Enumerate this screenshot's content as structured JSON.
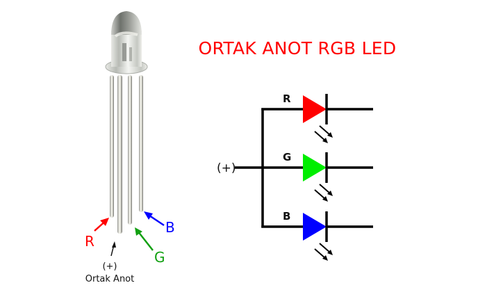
{
  "title": "ORTAK ANOT RGB LED",
  "colors": {
    "title": "#ff0000",
    "red": "#ff0000",
    "green": "#00ee00",
    "blue": "#0000ff",
    "green_text": "#11a011",
    "wire": "#000000"
  },
  "photo": {
    "pin_labels": {
      "red": "R",
      "green": "G",
      "blue": "B"
    },
    "anode_symbol": "(+)",
    "anode_label": "Ortak Anot"
  },
  "schematic": {
    "input_label": "(+)",
    "branches": [
      {
        "label": "R",
        "color_key": "red"
      },
      {
        "label": "G",
        "color_key": "green"
      },
      {
        "label": "B",
        "color_key": "blue"
      }
    ]
  }
}
